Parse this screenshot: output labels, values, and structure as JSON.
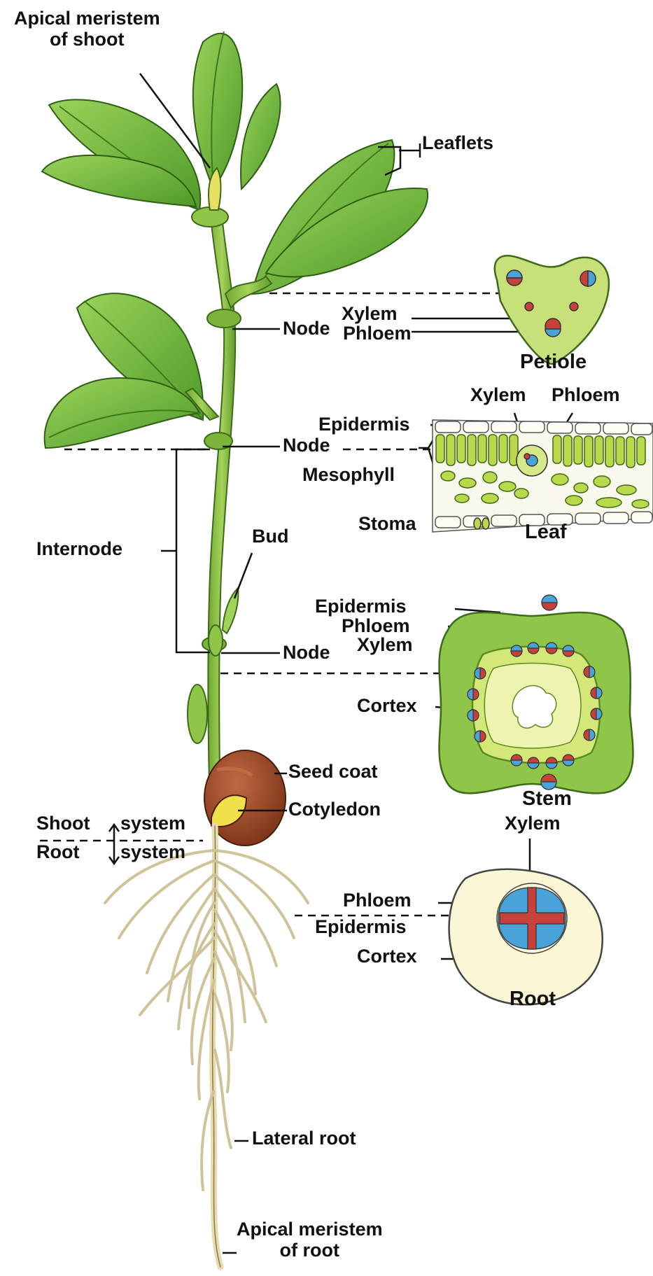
{
  "plant": {
    "apical_meristem_shoot": "Apical meristem\nof shoot",
    "leaflets": "Leaflets",
    "node_upper": "Node",
    "node_middle": "Node",
    "node_lower": "Node",
    "internode": "Internode",
    "bud": "Bud",
    "seed_coat": "Seed coat",
    "cotyledon": "Cotyledon",
    "shoot": "Shoot",
    "shoot_system": "system",
    "root": "Root",
    "root_system": "system",
    "lateral_root": "Lateral root",
    "apical_meristem_root": "Apical meristem\nof root"
  },
  "petiole": {
    "xylem": "Xylem",
    "phloem": "Phloem",
    "caption": "Petiole"
  },
  "leaf": {
    "xylem": "Xylem",
    "phloem": "Phloem",
    "epidermis": "Epidermis",
    "mesophyll": "Mesophyll",
    "stoma": "Stoma",
    "caption": "Leaf"
  },
  "stem": {
    "epidermis": "Epidermis",
    "phloem": "Phloem",
    "xylem": "Xylem",
    "cortex": "Cortex",
    "caption": "Stem"
  },
  "root_section": {
    "xylem": "Xylem",
    "phloem": "Phloem",
    "epidermis": "Epidermis",
    "cortex": "Cortex",
    "caption": "Root"
  },
  "colors": {
    "leaf_green": "#6cc13a",
    "stem_green": "#8fc64a",
    "tissue_light": "#d4e87a",
    "xylem_red": "#c8403a",
    "phloem_blue": "#4aa3d8",
    "seed_brown": "#9b4a2a",
    "root_cream": "#f3ecd0"
  }
}
